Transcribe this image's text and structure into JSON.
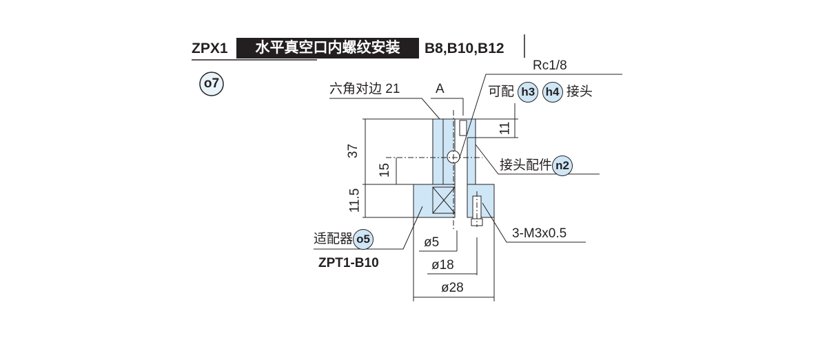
{
  "header": {
    "series": "ZPX1",
    "title": "水平真空口内螺纹安装",
    "sizes": "B8,B10,B12"
  },
  "section_badge": "o7",
  "drawing": {
    "hex_label": "六角对边 21",
    "view_a": "A",
    "thread": "Rc1/8",
    "fits_prefix": "可配",
    "fits_badges": [
      "h3",
      "h4"
    ],
    "fits_suffix": "接头",
    "fitting_label": "接头配件",
    "fitting_badge": "n2",
    "screw": "3-M3x0.5",
    "adapter_label": "适配器",
    "adapter_badge": "o5",
    "adapter_model": "ZPT1-B10",
    "dims": {
      "d37": "37",
      "d15": "15",
      "d11_5": "11.5",
      "d11": "11",
      "phi5": "ø5",
      "phi18": "ø18",
      "phi28": "ø28"
    }
  },
  "colors": {
    "part_fill": "#cfe6f6",
    "ink": "#231f20"
  }
}
